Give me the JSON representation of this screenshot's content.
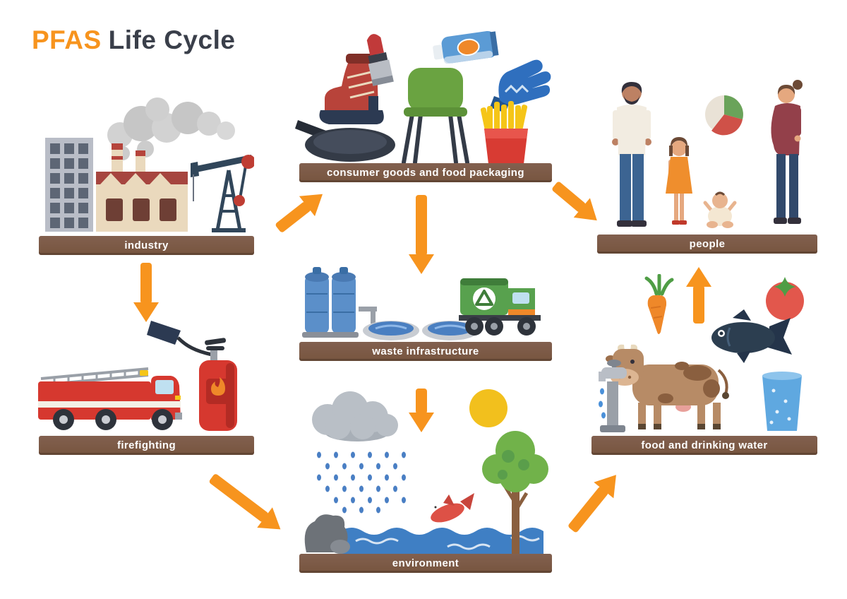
{
  "title": {
    "brand": "PFAS",
    "rest": "Life Cycle"
  },
  "colors": {
    "accent_orange": "#F7941E",
    "banner_brown": "#7D5B4C",
    "title_dark": "#3A3F4A",
    "water_blue": "#3F7FC4"
  },
  "nodes": [
    {
      "id": "industry",
      "label": "industry"
    },
    {
      "id": "consumer-goods",
      "label": "consumer goods and food packaging"
    },
    {
      "id": "people",
      "label": "people"
    },
    {
      "id": "waste-infrastructure",
      "label": "waste infrastructure"
    },
    {
      "id": "firefighting",
      "label": "firefighting"
    },
    {
      "id": "food-and-drinking-water",
      "label": "food and drinking water"
    },
    {
      "id": "environment",
      "label": "environment"
    }
  ],
  "flows": [
    {
      "from": "industry",
      "to": "consumer-goods"
    },
    {
      "from": "consumer-goods",
      "to": "people"
    },
    {
      "from": "consumer-goods",
      "to": "waste-infrastructure"
    },
    {
      "from": "industry",
      "to": "firefighting"
    },
    {
      "from": "waste-infrastructure",
      "to": "environment"
    },
    {
      "from": "firefighting",
      "to": "environment"
    },
    {
      "from": "environment",
      "to": "food-and-drinking-water"
    },
    {
      "from": "food-and-drinking-water",
      "to": "people"
    }
  ]
}
